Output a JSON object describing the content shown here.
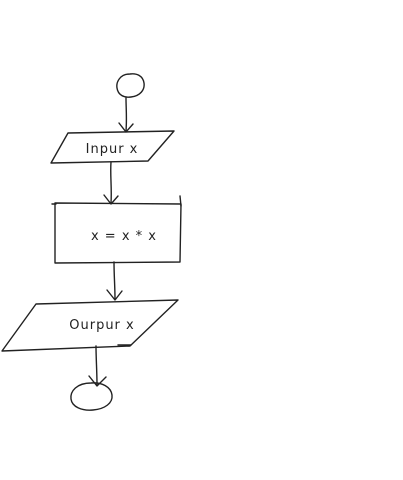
{
  "diagram": {
    "input_label": "Inpur x",
    "process_label": "x = x * x",
    "output_label": "Ourpur x"
  },
  "colors": {
    "ink": "#222222",
    "background": "#ffffff"
  }
}
